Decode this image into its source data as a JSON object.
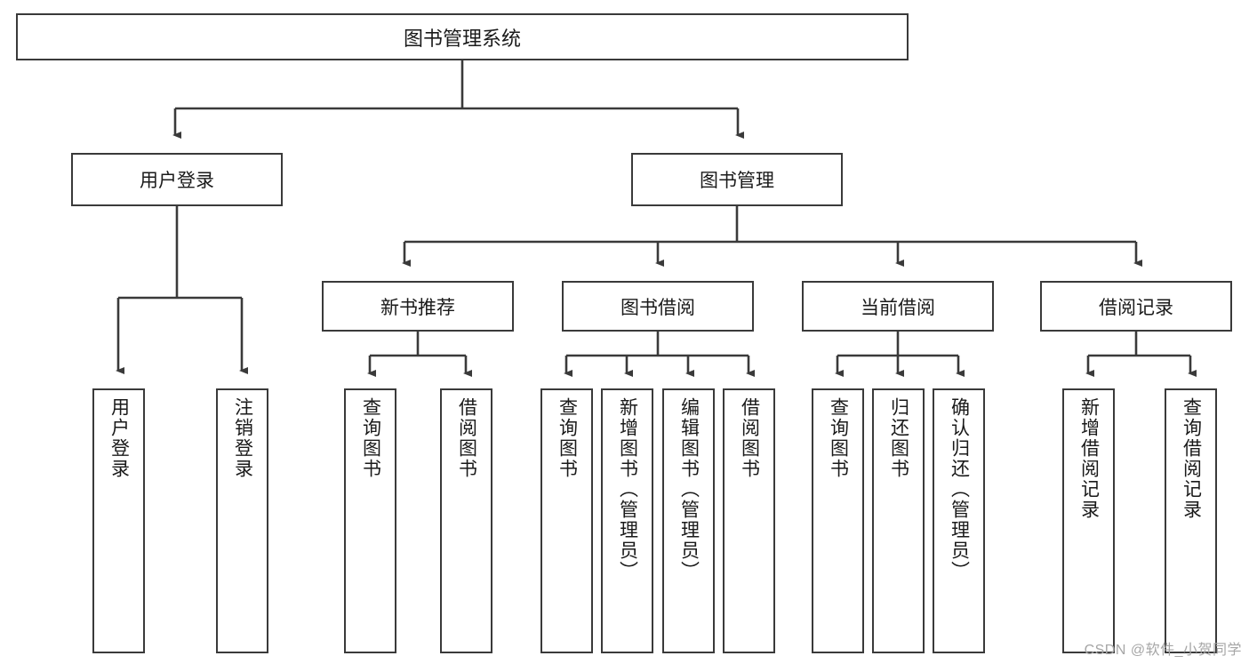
{
  "diagram": {
    "title": "图书管理系统",
    "type": "tree-hierarchy-diagram",
    "watermark": "CSDN @软件_小贺同学",
    "colors": {
      "box_border": "#3a3a3a",
      "line": "#3a3a3a",
      "background": "#ffffff",
      "text": "#1a1a1a",
      "watermark": "#a6a6a6"
    },
    "root": {
      "label": "图书管理系统"
    },
    "level2": [
      {
        "label": "用户登录"
      },
      {
        "label": "图书管理"
      }
    ],
    "level3": [
      {
        "label": "新书推荐"
      },
      {
        "label": "图书借阅"
      },
      {
        "label": "当前借阅"
      },
      {
        "label": "借阅记录"
      }
    ],
    "leaves": {
      "user_login": [
        {
          "label": "用户登录"
        },
        {
          "label": "注销登录"
        }
      ],
      "new_book_recommend": [
        {
          "label": "查询图书"
        },
        {
          "label": "借阅图书"
        }
      ],
      "book_borrow": [
        {
          "label": "查询图书"
        },
        {
          "label": "新增图书（管理员）"
        },
        {
          "label": "编辑图书（管理员）"
        },
        {
          "label": "借阅图书"
        }
      ],
      "current_borrow": [
        {
          "label": "查询图书"
        },
        {
          "label": "归还图书"
        },
        {
          "label": "确认归还（管理员）"
        }
      ],
      "borrow_record": [
        {
          "label": "新增借阅记录"
        },
        {
          "label": "查询借阅记录"
        }
      ]
    }
  }
}
